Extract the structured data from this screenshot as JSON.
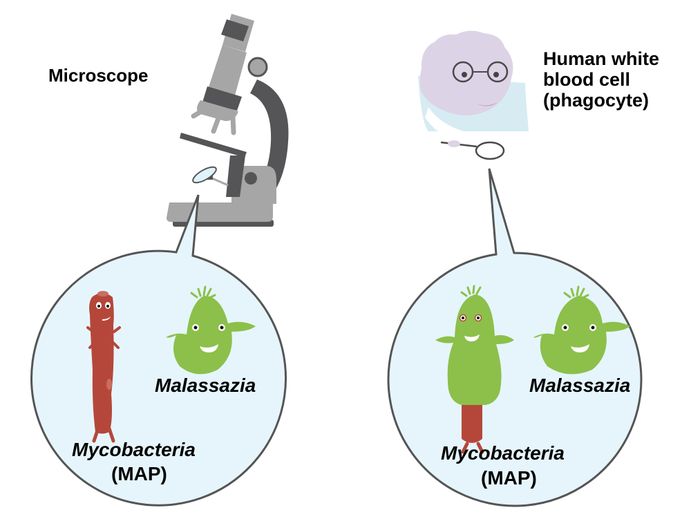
{
  "labels": {
    "microscope": "Microscope",
    "phagocyte_line1": "Human white",
    "phagocyte_line2": "blood cell",
    "phagocyte_line3": "(phagocyte)"
  },
  "panels": [
    {
      "observer": "microscope",
      "organisms": {
        "fungus": "Malassazia",
        "bacteria": "Mycobacteria",
        "bacteria_abbrev": "(MAP)"
      },
      "state": "separate"
    },
    {
      "observer": "phagocyte",
      "organisms": {
        "fungus": "Malassazia",
        "bacteria": "Mycobacteria",
        "bacteria_abbrev": "(MAP)"
      },
      "state": "bacteria-inside-fungus"
    }
  ],
  "colors": {
    "bubble_fill": "#e6f5fc",
    "bubble_stroke": "#555555",
    "fungus_green": "#8cc04a",
    "bacteria_red": "#b5473a",
    "microscope_light": "#a6a6a6",
    "microscope_dark": "#555557",
    "cell_purple": "#ddd3e6",
    "coat_blue": "#d6ecf2"
  }
}
